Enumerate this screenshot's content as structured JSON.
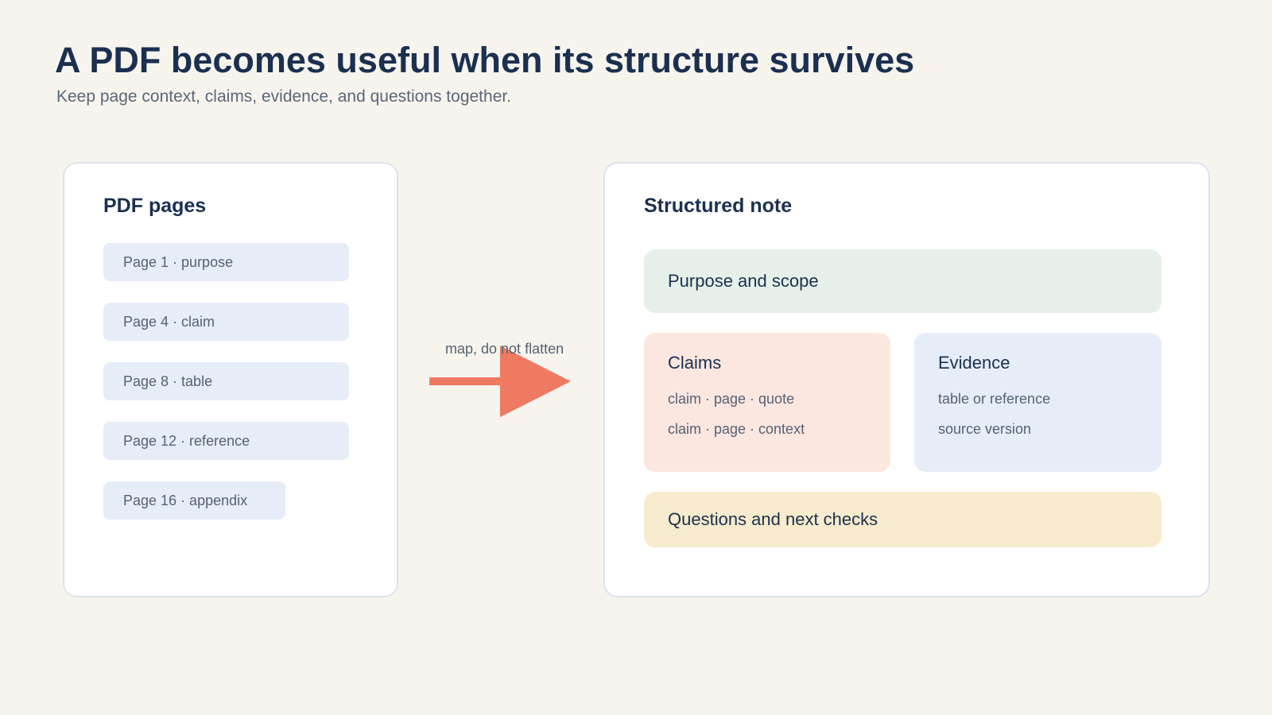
{
  "header": {
    "title": "A PDF becomes useful when its structure survives",
    "subtitle": "Keep page context, claims, evidence, and questions together."
  },
  "source": {
    "heading": "PDF pages",
    "pages": [
      "Page 1 · purpose",
      "Page 4 · claim",
      "Page 8 · table",
      "Page 12 · reference",
      "Page 16 · appendix"
    ]
  },
  "connector": {
    "label": "map, do not flatten",
    "color": "#ee7a62"
  },
  "note": {
    "heading": "Structured note",
    "purpose": "Purpose and scope",
    "claims": {
      "label": "Claims",
      "lines": [
        "claim · page · quote",
        "claim · page · context"
      ]
    },
    "evidence": {
      "label": "Evidence",
      "lines": [
        "table or reference",
        "source version"
      ]
    },
    "questions": "Questions and next checks"
  },
  "colors": {
    "background": "#f7f4ee",
    "title": "#1b3050",
    "page_chip": "#e6edf8",
    "purpose_box": "#e6f0e8",
    "claims_box": "#fbe6e0",
    "evidence_box": "#e6edf8",
    "questions_box": "#f6ebcc"
  }
}
